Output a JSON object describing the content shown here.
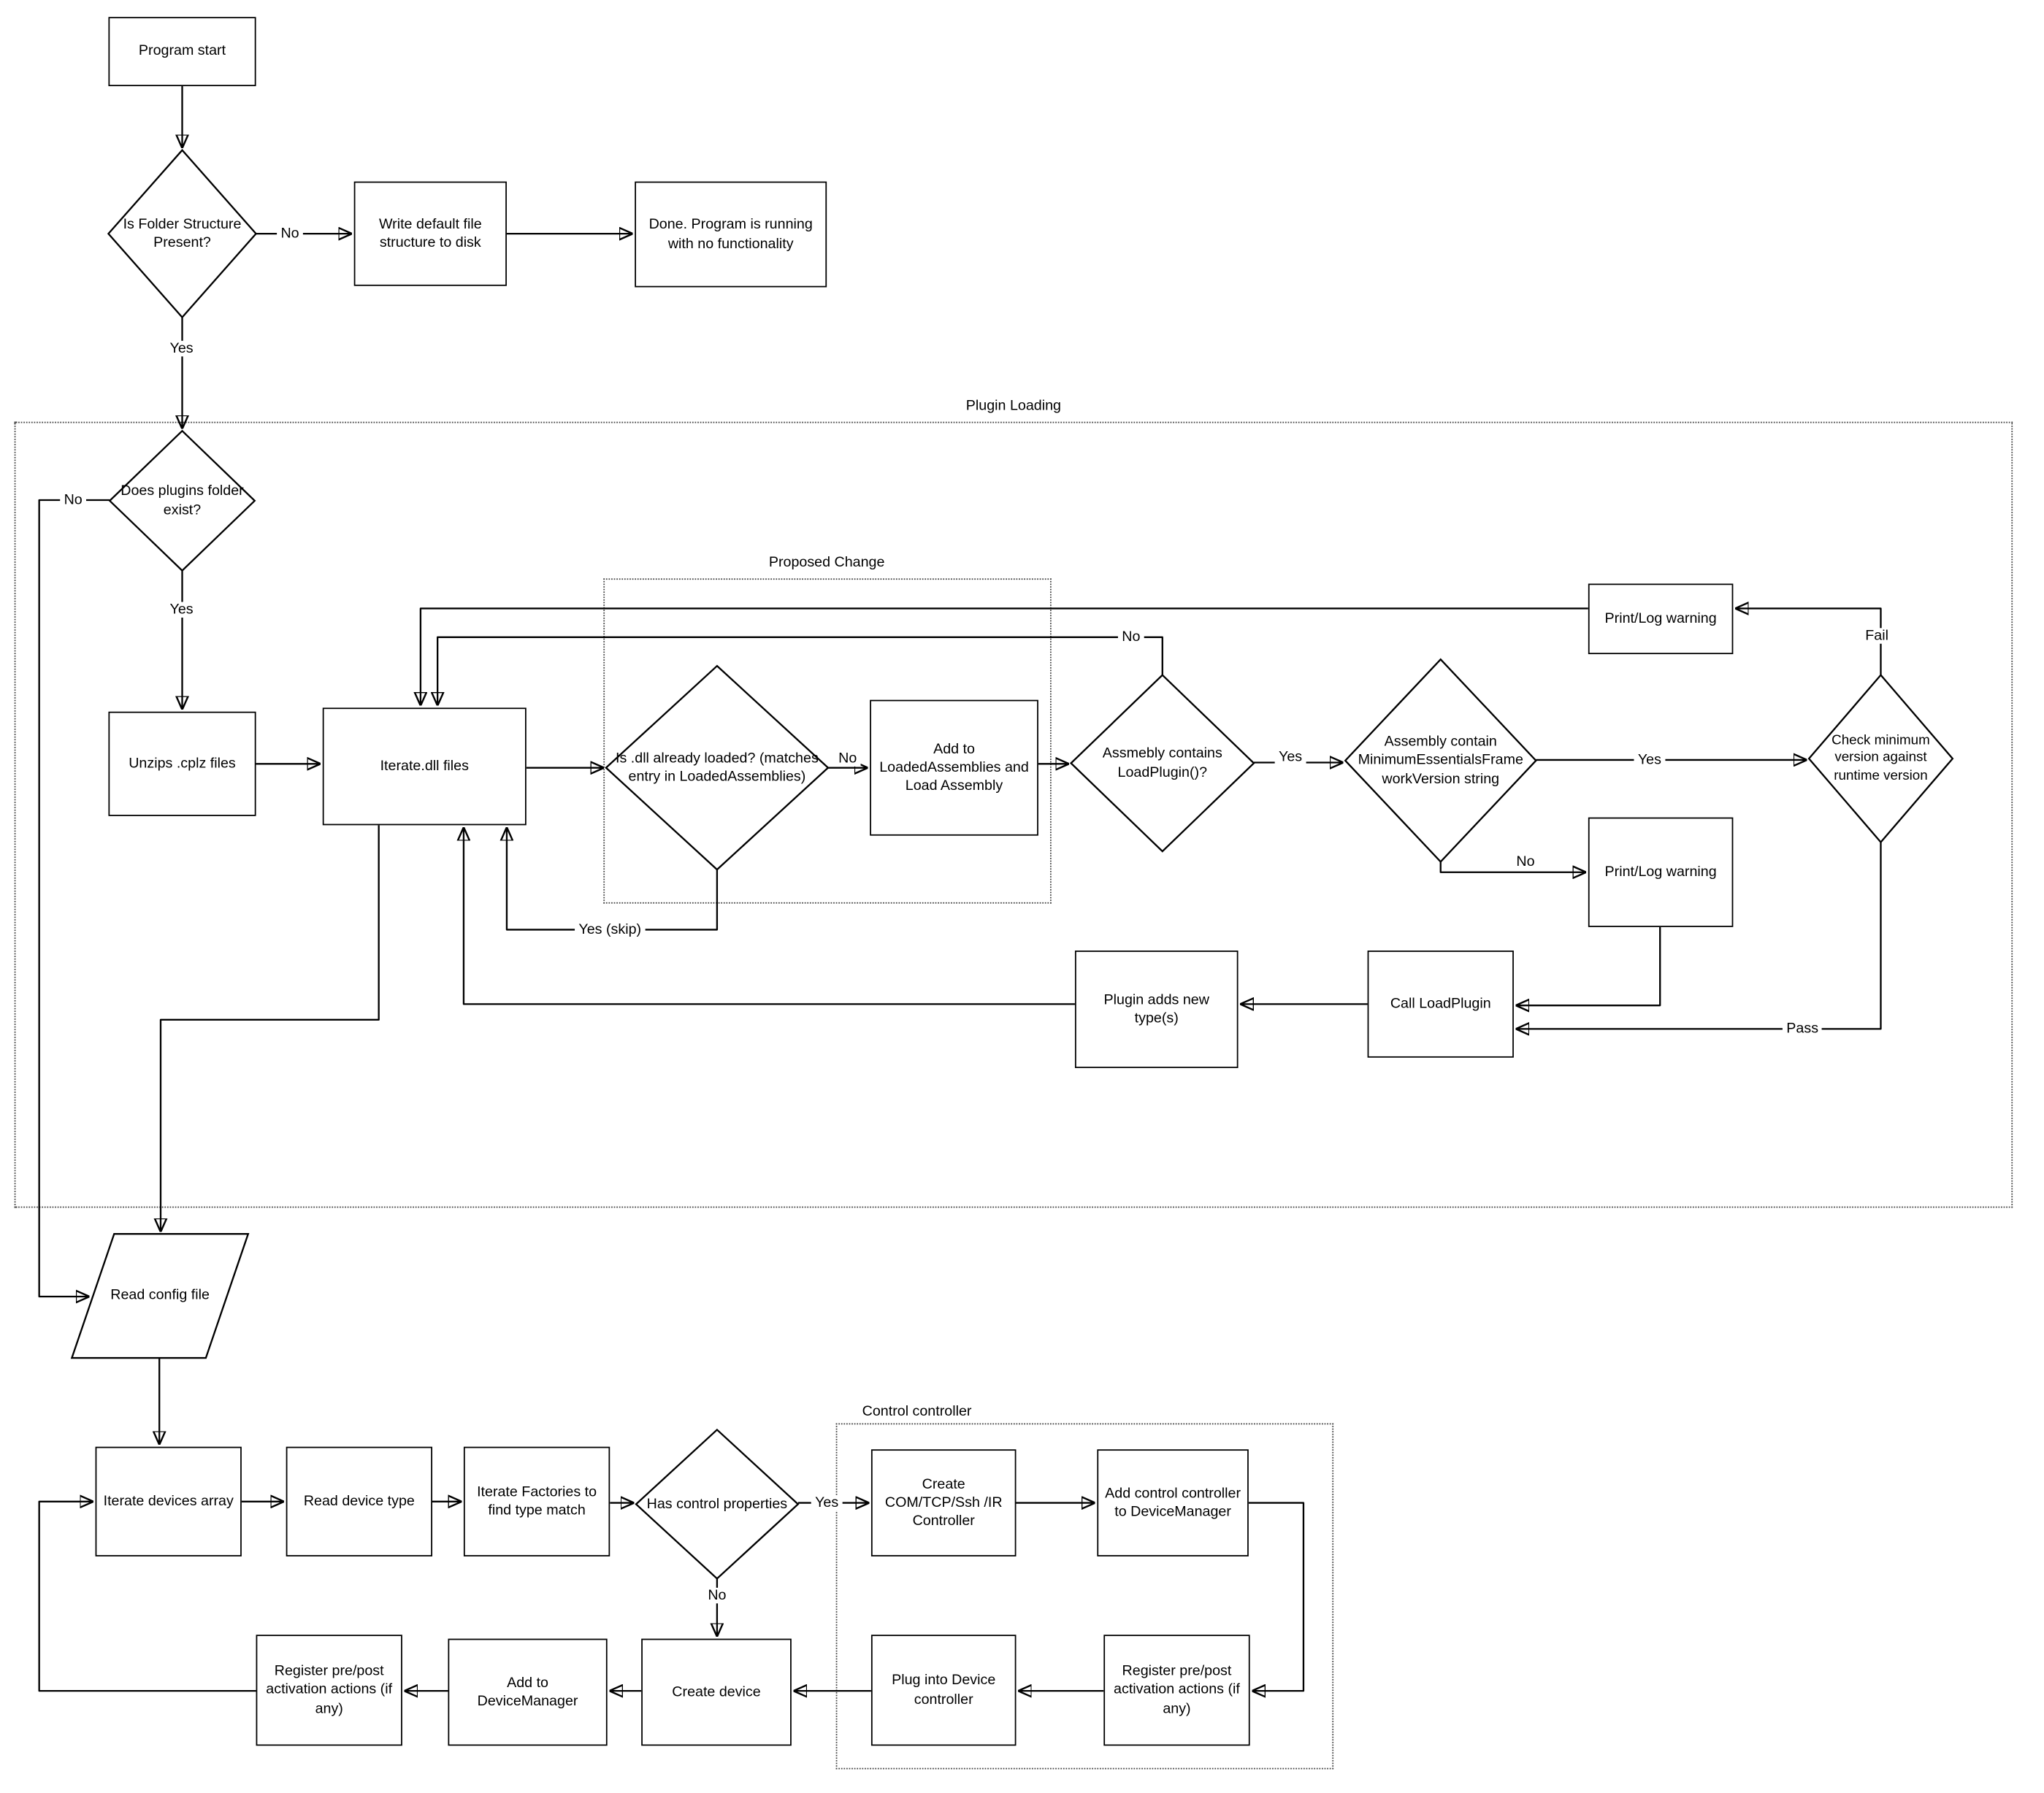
{
  "diagram": {
    "groups": {
      "plugin_loading": "Plugin Loading",
      "proposed_change": "Proposed Change",
      "control_controller": "Control controller"
    },
    "nodes": {
      "program_start": "Program start",
      "is_folder_structure_present": "Is Folder Structure Present?",
      "write_default_file_structure": "Write default file structure to disk",
      "done_no_functionality": "Done.  Program is running with no functionality",
      "does_plugins_folder_exist": "Does plugins folder exist?",
      "unzips_cplz_files": "Unzips .cplz files",
      "iterate_dll_files": "Iterate.dll files",
      "is_dll_already_loaded": "Is .dll already loaded? (matches entry in LoadedAssemblies)",
      "add_to_loaded_assemblies": "Add to LoadedAssemblies and Load Assembly",
      "assembly_contains_loadplugin": "Assmebly contains LoadPlugin()?",
      "assembly_contains_min_version": "Assembly contain MinimumEssentialsFrameworkVersion string",
      "check_minimum_version": "Check minimum version against runtime version",
      "print_log_warning_top": "Print/Log warning",
      "print_log_warning_bottom": "Print/Log warning",
      "call_loadplugin": "Call LoadPlugin",
      "plugin_adds_new_types": "Plugin adds new type(s)",
      "read_config_file": "Read config file",
      "iterate_devices_array": "Iterate devices array",
      "read_device_type": "Read device type",
      "iterate_factories": "Iterate Factories to find type match",
      "has_control_properties": "Has control properties",
      "create_controller": "Create COM/TCP/Ssh /IR Controller",
      "add_control_controller": "Add control controller to DeviceManager",
      "register_pre_post_control": "Register pre/post activation actions (if any)",
      "plug_into_device_controller": "Plug into Device controller",
      "create_device": "Create device",
      "add_to_device_manager": "Add to DeviceManager",
      "register_pre_post_device": "Register pre/post activation actions (if any)"
    },
    "edge_labels": {
      "folder_no": "No",
      "folder_yes": "Yes",
      "plugins_no": "No",
      "plugins_yes": "Yes",
      "dll_loaded_no": "No",
      "dll_loaded_yes_skip": "Yes (skip)",
      "loadplugin_no": "No",
      "loadplugin_yes": "Yes",
      "min_version_yes": "Yes",
      "min_version_no": "No",
      "version_check_fail": "Fail",
      "version_check_pass": "Pass",
      "control_yes": "Yes",
      "control_no": "No"
    }
  }
}
